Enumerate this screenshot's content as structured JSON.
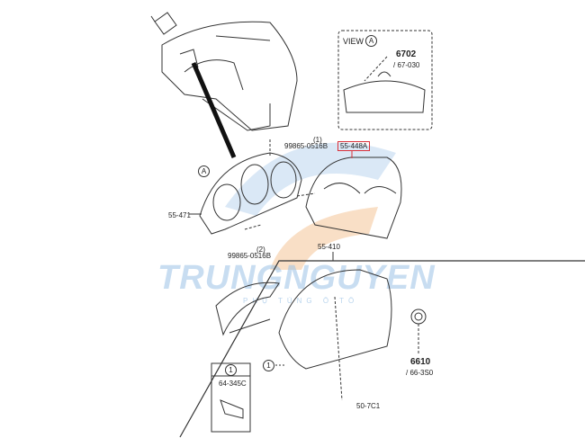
{
  "watermark": {
    "brand": "TRUNGNGUYEN",
    "tagline": "PHỤ TÙNG Ô TÔ"
  },
  "view_box": {
    "title": "VIEW",
    "callout": "A",
    "part_number": "6702",
    "part_ref": "/ 67-030"
  },
  "labels": {
    "lens": "55-448A",
    "screw_top_qty": "(1)",
    "screw_top": "99865-0516B",
    "view_marker": "A",
    "cluster": "55-471",
    "screw_bottom_qty": "(2)",
    "screw_bottom": "99865-0516B",
    "panel": "55-410",
    "callout_1": "1",
    "part_6610": "6610",
    "part_6610_ref": "/ 66-3S0",
    "clip": "50-7C1"
  },
  "detail_box": {
    "callout": "1",
    "part": "64-345C"
  },
  "colors": {
    "highlight": "#d9303a",
    "watermark_blue": "#9cc3e6",
    "watermark_orange": "#f5c9a0"
  }
}
